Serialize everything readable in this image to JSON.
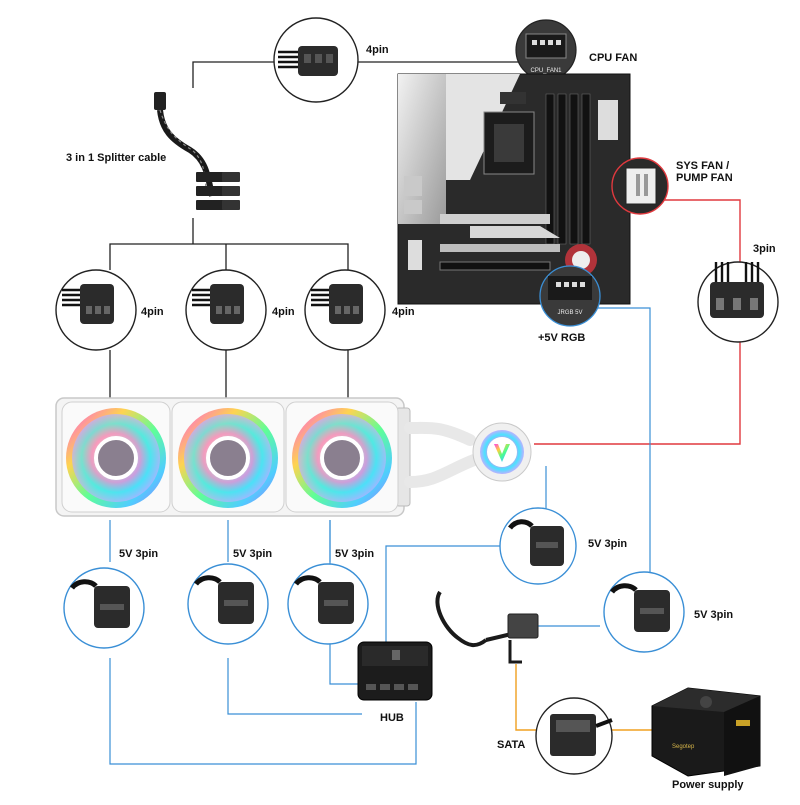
{
  "labels": {
    "cpu_fan": "CPU FAN",
    "cpu_fan_header_text": "CPU_FAN1",
    "cpu_4pin": "4pin",
    "splitter": "3 in 1 Splitter cable",
    "fan1_4pin": "4pin",
    "fan2_4pin": "4pin",
    "fan3_4pin": "4pin",
    "sys_fan_line1": "SYS FAN /",
    "sys_fan_line2": "PUMP FAN",
    "pump_3pin": "3pin",
    "rgb_header": "+5V RGB",
    "rgb_header_text": "JRGB 5V",
    "fan1_argb": "5V 3pin",
    "fan2_argb": "5V 3pin",
    "fan3_argb": "5V 3pin",
    "pump_argb": "5V 3pin",
    "mb_argb": "5V 3pin",
    "hub": "HUB",
    "sata": "SATA",
    "power_supply": "Power supply",
    "psu_brand": "Segotep"
  },
  "colors": {
    "pwm_line": "#222222",
    "pump_line": "#e0393e",
    "argb_line": "#3a8fd6",
    "sata_line": "#f0a020"
  }
}
